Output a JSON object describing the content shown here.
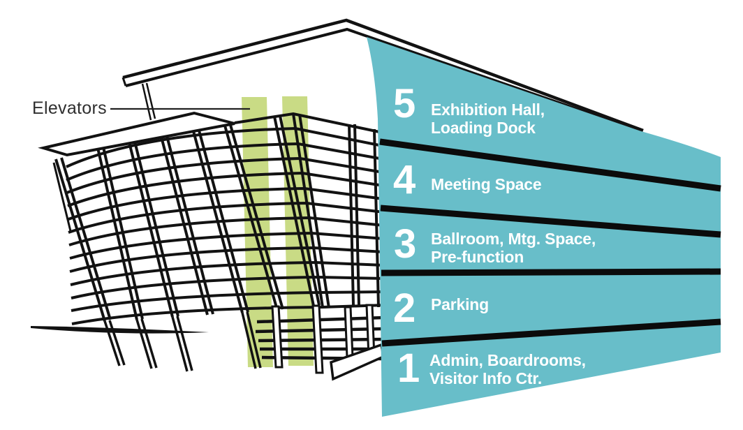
{
  "title": "Convention center building levels diagram",
  "colors": {
    "level_wedge_teal": "#68BEC9",
    "elevator_highlight_green": "#C9DB85",
    "line_black": "#121212",
    "annotation_text": "#2f2f2f",
    "floor_text": "#ffffff"
  },
  "annotation": {
    "label": "Elevators"
  },
  "floors": [
    {
      "number": "5",
      "line1": "Exhibition Hall,",
      "line2": "Loading Dock"
    },
    {
      "number": "4",
      "line1": "Meeting Space",
      "line2": ""
    },
    {
      "number": "3",
      "line1": "Ballroom, Mtg. Space,",
      "line2": "Pre-function"
    },
    {
      "number": "2",
      "line1": "Parking",
      "line2": ""
    },
    {
      "number": "1",
      "line1": "Admin, Boardrooms,",
      "line2": "Visitor Info Ctr."
    }
  ]
}
